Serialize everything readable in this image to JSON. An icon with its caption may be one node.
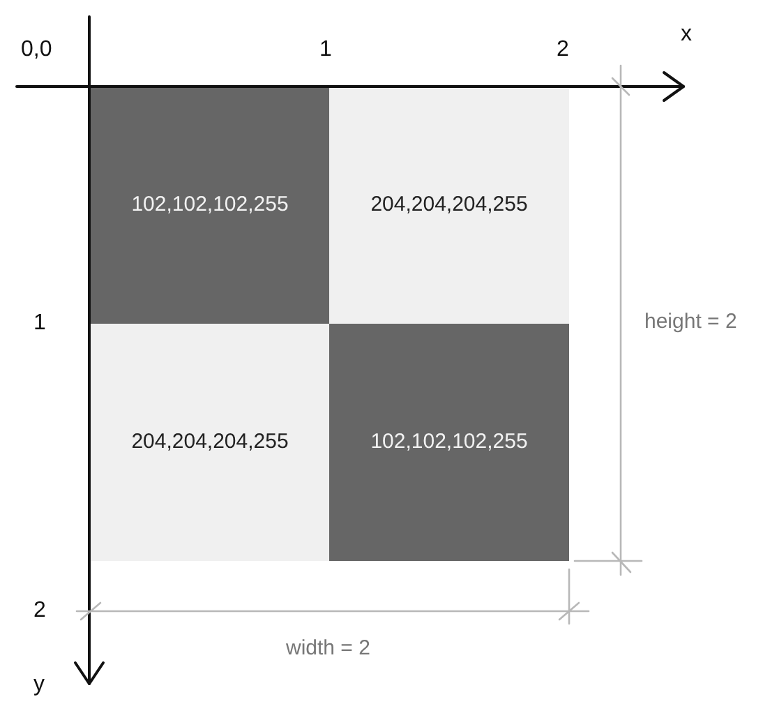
{
  "diagram": {
    "nodes": [
      {
        "text": [
          "102,102,102,255"
        ]
      },
      {
        "text": [
          "204,204,204,255"
        ]
      },
      {
        "text": [
          "204,204,204,255"
        ]
      },
      {
        "text": [
          "102,102,102,255"
        ]
      }
    ],
    "labels": [
      "0,0",
      "1",
      "2",
      "x",
      "1",
      "height = 2",
      "2",
      "width = 2",
      "y"
    ]
  }
}
